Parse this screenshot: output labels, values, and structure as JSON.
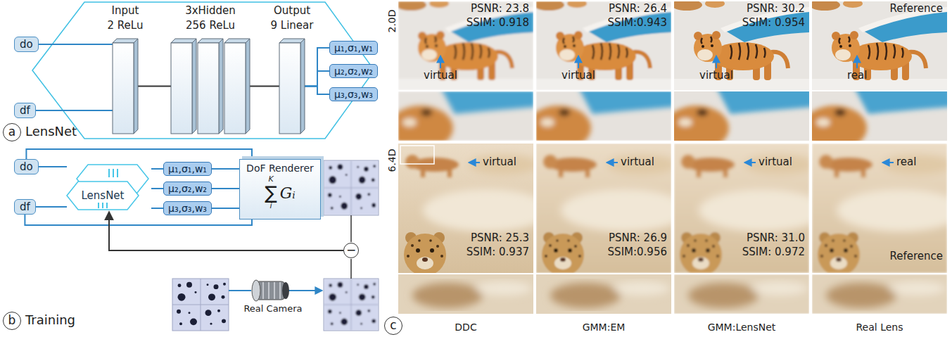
{
  "diagram": {
    "nodes": [
      {
        "text": [
          "do"
        ]
      },
      {
        "text": [
          "df"
        ]
      },
      {
        "text": [
          "Input",
          "2 ReLu"
        ]
      },
      {
        "text": [
          "3xHidden",
          "256 ReLu"
        ]
      },
      {
        "text": [
          "Output",
          "9 Linear"
        ]
      },
      {
        "text": [
          "μ₁,σ₁,w₁"
        ]
      },
      {
        "text": [
          "μ₂,σ₂,w₂"
        ]
      },
      {
        "text": [
          "μ₃,σ₃,w₃"
        ]
      },
      {
        "text": [
          "do"
        ]
      },
      {
        "text": [
          "df"
        ]
      },
      {
        "text": [
          "LensNet"
        ]
      },
      {
        "text": [
          "μ₁,σ₁,w₁"
        ]
      },
      {
        "text": [
          "μ₂,σ₂,w₂"
        ]
      },
      {
        "text": [
          "μ₃,σ₃,w₃"
        ]
      },
      {
        "text": [
          "DoF Renderer",
          "K",
          "∑",
          "i",
          "Gᵢ"
        ]
      },
      {
        "text": [
          "−"
        ]
      }
    ],
    "edges": [
      {
        "from": 0,
        "to": 2,
        "arrow": "none"
      },
      {
        "from": 1,
        "to": 2,
        "arrow": "none"
      },
      {
        "from": 2,
        "to": 3,
        "arrow": "none"
      },
      {
        "from": 3,
        "to": 4,
        "arrow": "none"
      },
      {
        "from": 4,
        "to": 5,
        "arrow": "none"
      },
      {
        "from": 4,
        "to": 6,
        "arrow": "none"
      },
      {
        "from": 4,
        "to": 7,
        "arrow": "none"
      },
      {
        "from": 8,
        "to": 10,
        "arrow": "none"
      },
      {
        "from": 9,
        "to": 10,
        "arrow": "none"
      },
      {
        "from": 10,
        "to": 11,
        "arrow": "none"
      },
      {
        "from": 10,
        "to": 12,
        "arrow": "none"
      },
      {
        "from": 10,
        "to": 13,
        "arrow": "none"
      },
      {
        "from": 11,
        "to": 14,
        "arrow": "none"
      },
      {
        "from": 12,
        "to": 14,
        "arrow": "none"
      },
      {
        "from": 13,
        "to": 14,
        "arrow": "none"
      },
      {
        "from": 8,
        "to": 14,
        "arrow": "none"
      },
      {
        "from": 9,
        "to": 14,
        "arrow": "none"
      },
      {
        "from": 15,
        "to": 10,
        "arrow": "to"
      }
    ],
    "labels": [
      "a",
      "LensNet",
      "b",
      "Training",
      "Real Camera",
      "2.0D",
      "PSNR: 23.8",
      "SSIM: 0.918",
      "virtual",
      "PSNR: 26.4",
      "SSIM:0.943",
      "virtual",
      "PSNR: 30.2",
      "SSIM: 0.954",
      "virtual",
      "Reference",
      "real",
      "6.4D",
      "virtual",
      "virtual",
      "virtual",
      "real",
      "PSNR: 25.3",
      "SSIM: 0.937",
      "PSNR: 26.9",
      "SSIM:0.956",
      "PSNR: 31.0",
      "SSIM: 0.972",
      "Reference",
      "c",
      "DDC",
      "GMM:EM",
      "GMM:LensNet",
      "Real Lens"
    ]
  }
}
